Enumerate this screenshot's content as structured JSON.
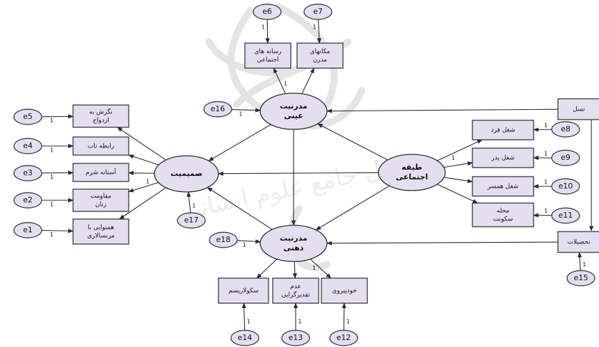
{
  "observed": {
    "b_e6": [
      "رسانه های",
      "اجتماعی"
    ],
    "b_e7": [
      "مکانهای",
      "مدرن"
    ],
    "b_e5": [
      "نگرش به",
      "ازدواج"
    ],
    "b_e4": [
      "رابطه تاب"
    ],
    "b_e3": [
      "آستانه شرم"
    ],
    "b_e2": [
      "مقاومت",
      "زنان"
    ],
    "b_e1": [
      "همنوایی با",
      "مرنسالاری"
    ],
    "b_e8": [
      "شغل فرد"
    ],
    "b_e9": [
      "شغل پدر"
    ],
    "b_e10": [
      "شغل همسر"
    ],
    "b_e11": [
      "محله",
      "سکونت"
    ],
    "b_e14": [
      "سکولاریسم"
    ],
    "b_e13": [
      "عدم",
      "تقدیرگرایی"
    ],
    "b_e12": [
      "خودپیروی"
    ],
    "nasl": [
      "نسل"
    ],
    "tahsilat": [
      "تحصیلات"
    ]
  },
  "latent": {
    "objective": [
      "مدرنیت",
      "عینی"
    ],
    "intimacy": [
      "صمیمیت"
    ],
    "class": [
      "طبقه",
      "اجتماعی"
    ],
    "subjective": [
      "مدرنیت",
      "ذهنی"
    ]
  },
  "errors": {
    "e1": "e1",
    "e2": "e2",
    "e3": "e3",
    "e4": "e4",
    "e5": "e5",
    "e6": "e6",
    "e7": "e7",
    "e8": "e8",
    "e9": "e9",
    "e10": "e10",
    "e11": "e11",
    "e12": "e12",
    "e13": "e13",
    "e14": "e14",
    "e15": "e15",
    "e16": "e16",
    "e17": "e17",
    "e18": "e18"
  },
  "path_label": "1",
  "watermark": "پرتال جامع علوم انسانی",
  "colors": {
    "node_fill": "#e4dff0",
    "stroke": "#2a2a2a"
  }
}
